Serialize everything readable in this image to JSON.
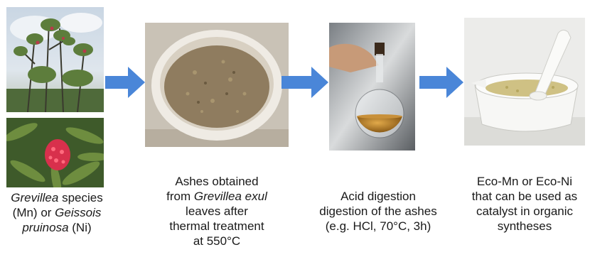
{
  "steps": [
    {
      "caption": {
        "line1_italic": "Grevillea",
        "line1_rest": " species",
        "line2_a": "(Mn) or ",
        "line2_italic": "Geissois",
        "line3_italic": "pruinosa",
        "line3_rest": " (Ni)"
      }
    },
    {
      "caption": {
        "line1": "Ashes obtained",
        "line2_a": "from ",
        "line2_italic": "Grevillea exul",
        "line3": "leaves after",
        "line4": "thermal treatment",
        "line5": "at 550°C"
      }
    },
    {
      "caption": {
        "line1": "Acid digestion",
        "line2": "digestion of the ashes",
        "line3": "(e.g. HCl, 70°C, 3h)"
      }
    },
    {
      "caption": {
        "line1": "Eco-Mn or Eco-Ni",
        "line2": "that can be used as",
        "line3": "catalyst in organic",
        "line4": "syntheses"
      }
    }
  ],
  "colors": {
    "arrow": "#4a86d8",
    "text": "#1a1a1a"
  }
}
